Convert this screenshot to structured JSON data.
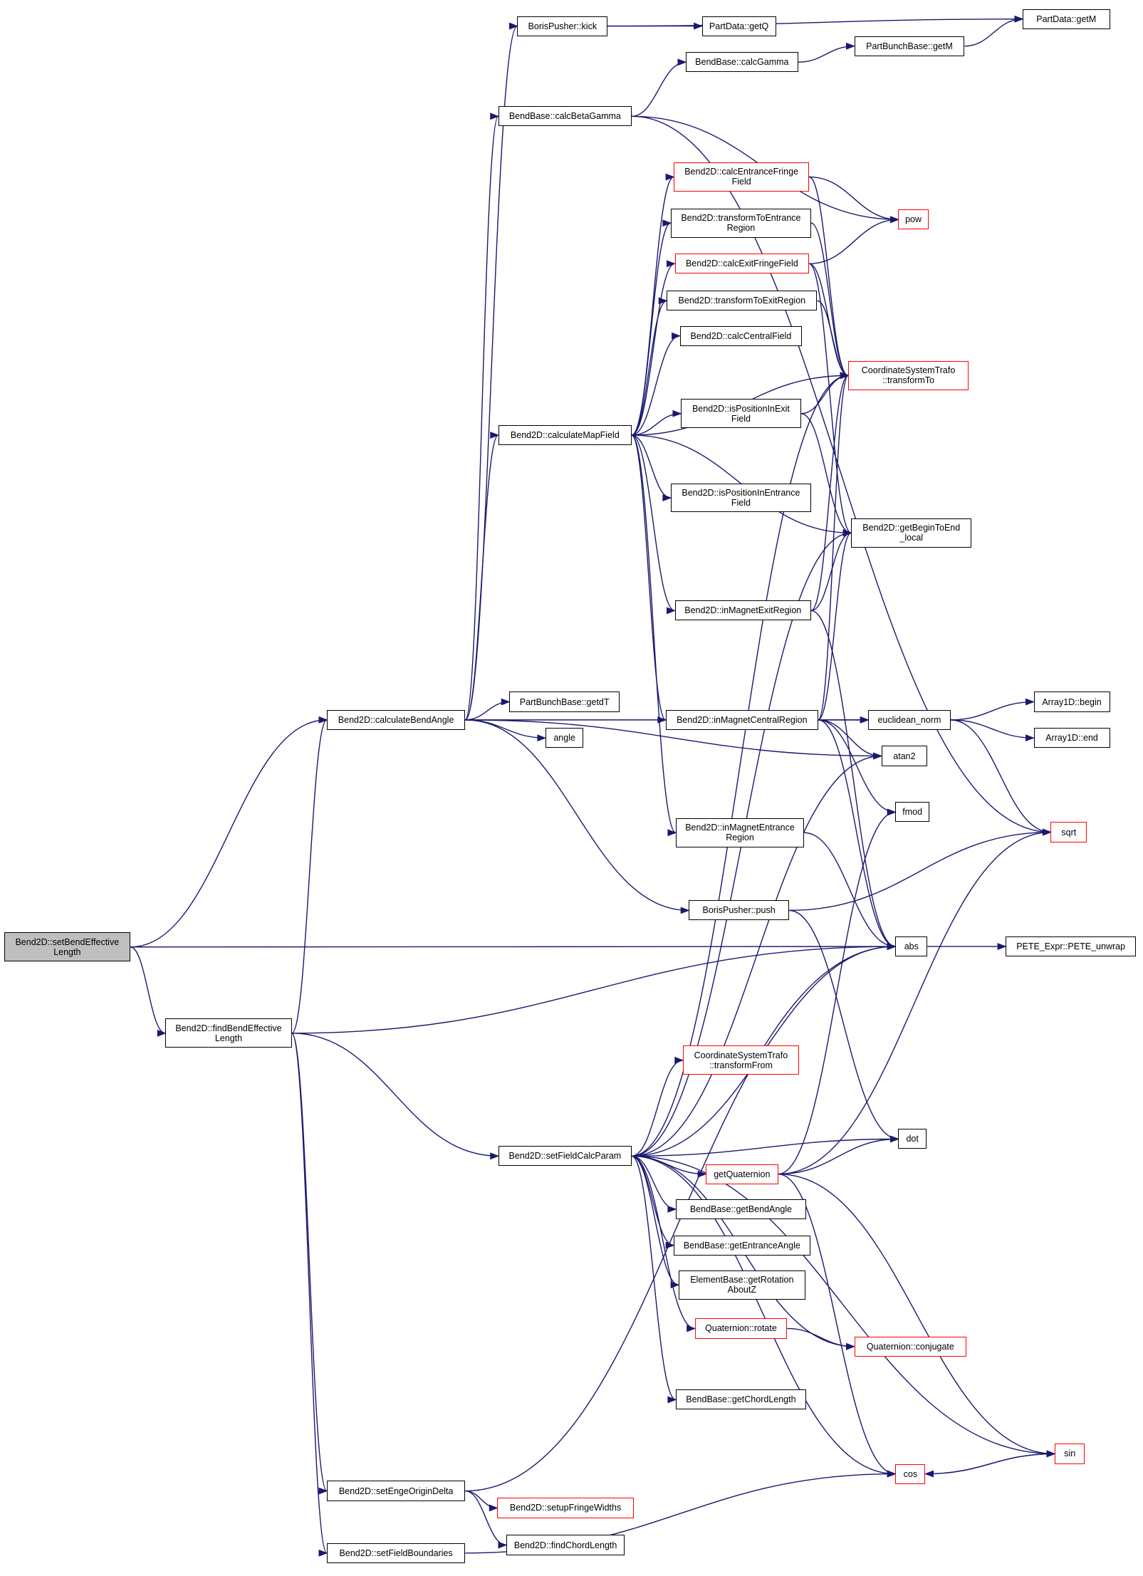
{
  "graph": {
    "type": "call-graph",
    "colors": {
      "edge": "#191970",
      "node_border": "#000000",
      "truncated_border": "#ff0000",
      "root_fill": "#bfbfbf"
    },
    "nodes": [
      {
        "id": "setBendEffectiveLength",
        "label": "Bend2D::setBendEffective\nLength",
        "root": true
      },
      {
        "id": "calculateBendAngle",
        "label": "Bend2D::calculateBendAngle"
      },
      {
        "id": "findBendEffectiveLength",
        "label": "Bend2D::findBendEffective\nLength"
      },
      {
        "id": "borisKick",
        "label": "BorisPusher::kick"
      },
      {
        "id": "partDataGetQ",
        "label": "PartData::getQ"
      },
      {
        "id": "partDataGetM",
        "label": "PartData::getM"
      },
      {
        "id": "calcGamma",
        "label": "BendBase::calcGamma"
      },
      {
        "id": "partBunchGetM",
        "label": "PartBunchBase::getM"
      },
      {
        "id": "calcBetaGamma",
        "label": "BendBase::calcBetaGamma"
      },
      {
        "id": "calcEntranceFringeField",
        "label": "Bend2D::calcEntranceFringe\nField",
        "truncated": true
      },
      {
        "id": "pow",
        "label": "pow",
        "truncated": true
      },
      {
        "id": "transformToEntranceRegion",
        "label": "Bend2D::transformToEntrance\nRegion"
      },
      {
        "id": "calcExitFringeField",
        "label": "Bend2D::calcExitFringeField",
        "truncated": true
      },
      {
        "id": "transformToExitRegion",
        "label": "Bend2D::transformToExitRegion"
      },
      {
        "id": "calcCentralField",
        "label": "Bend2D::calcCentralField"
      },
      {
        "id": "transformTo",
        "label": "CoordinateSystemTrafo\n::transformTo",
        "truncated": true
      },
      {
        "id": "isPositionInExitField",
        "label": "Bend2D::isPositionInExit\nField"
      },
      {
        "id": "calculateMapField",
        "label": "Bend2D::calculateMapField"
      },
      {
        "id": "isPositionInEntranceField",
        "label": "Bend2D::isPositionInEntrance\nField"
      },
      {
        "id": "getBeginToEndLocal",
        "label": "Bend2D::getBeginToEnd\n_local"
      },
      {
        "id": "inMagnetExitRegion",
        "label": "Bend2D::inMagnetExitRegion"
      },
      {
        "id": "partBunchGetdT",
        "label": "PartBunchBase::getdT"
      },
      {
        "id": "angle",
        "label": "angle"
      },
      {
        "id": "inMagnetCentralRegion",
        "label": "Bend2D::inMagnetCentralRegion"
      },
      {
        "id": "euclideanNorm",
        "label": "euclidean_norm"
      },
      {
        "id": "array1dBegin",
        "label": "Array1D::begin"
      },
      {
        "id": "array1dEnd",
        "label": "Array1D::end"
      },
      {
        "id": "atan2",
        "label": "atan2"
      },
      {
        "id": "fmod",
        "label": "fmod"
      },
      {
        "id": "sqrt",
        "label": "sqrt",
        "truncated": true
      },
      {
        "id": "inMagnetEntranceRegion",
        "label": "Bend2D::inMagnetEntrance\nRegion"
      },
      {
        "id": "borisPush",
        "label": "BorisPusher::push"
      },
      {
        "id": "abs",
        "label": "abs"
      },
      {
        "id": "peteUnwrap",
        "label": "PETE_Expr::PETE_unwrap"
      },
      {
        "id": "transformFrom",
        "label": "CoordinateSystemTrafo\n::transformFrom",
        "truncated": true
      },
      {
        "id": "dot",
        "label": "dot"
      },
      {
        "id": "setFieldCalcParam",
        "label": "Bend2D::setFieldCalcParam"
      },
      {
        "id": "getQuaternion",
        "label": "getQuaternion",
        "truncated": true
      },
      {
        "id": "getBendAngle",
        "label": "BendBase::getBendAngle"
      },
      {
        "id": "getEntranceAngle",
        "label": "BendBase::getEntranceAngle"
      },
      {
        "id": "getRotationAboutZ",
        "label": "ElementBase::getRotation\nAboutZ"
      },
      {
        "id": "quaternionRotate",
        "label": "Quaternion::rotate",
        "truncated": true
      },
      {
        "id": "quaternionConjugate",
        "label": "Quaternion::conjugate",
        "truncated": true
      },
      {
        "id": "getChordLength",
        "label": "BendBase::getChordLength"
      },
      {
        "id": "sin",
        "label": "sin",
        "truncated": true
      },
      {
        "id": "cos",
        "label": "cos",
        "truncated": true
      },
      {
        "id": "setEngeOriginDelta",
        "label": "Bend2D::setEngeOriginDelta"
      },
      {
        "id": "setupFringeWidths",
        "label": "Bend2D::setupFringeWidths",
        "truncated": true
      },
      {
        "id": "findChordLength",
        "label": "Bend2D::findChordLength"
      },
      {
        "id": "setFieldBoundaries",
        "label": "Bend2D::setFieldBoundaries"
      }
    ],
    "edges": [
      [
        "setBendEffectiveLength",
        "calculateBendAngle"
      ],
      [
        "setBendEffectiveLength",
        "abs"
      ],
      [
        "setBendEffectiveLength",
        "findBendEffectiveLength"
      ],
      [
        "calculateBendAngle",
        "borisKick"
      ],
      [
        "calculateBendAngle",
        "calcBetaGamma"
      ],
      [
        "calculateBendAngle",
        "calculateMapField"
      ],
      [
        "calculateBendAngle",
        "partBunchGetdT"
      ],
      [
        "calculateBendAngle",
        "angle"
      ],
      [
        "calculateBendAngle",
        "euclideanNorm"
      ],
      [
        "calculateBendAngle",
        "atan2"
      ],
      [
        "calculateBendAngle",
        "borisPush"
      ],
      [
        "borisKick",
        "partDataGetQ"
      ],
      [
        "borisKick",
        "partDataGetM"
      ],
      [
        "calcGamma",
        "partBunchGetM"
      ],
      [
        "partBunchGetM",
        "partDataGetM"
      ],
      [
        "calcBetaGamma",
        "calcGamma"
      ],
      [
        "calcBetaGamma",
        "pow"
      ],
      [
        "calcBetaGamma",
        "sqrt"
      ],
      [
        "calculateMapField",
        "calcEntranceFringeField"
      ],
      [
        "calculateMapField",
        "transformToEntranceRegion"
      ],
      [
        "calculateMapField",
        "calcExitFringeField"
      ],
      [
        "calculateMapField",
        "transformToExitRegion"
      ],
      [
        "calculateMapField",
        "calcCentralField"
      ],
      [
        "calculateMapField",
        "transformTo"
      ],
      [
        "calculateMapField",
        "isPositionInExitField"
      ],
      [
        "calculateMapField",
        "isPositionInEntranceField"
      ],
      [
        "calculateMapField",
        "getBeginToEndLocal"
      ],
      [
        "calculateMapField",
        "inMagnetExitRegion"
      ],
      [
        "calculateMapField",
        "inMagnetCentralRegion"
      ],
      [
        "calculateMapField",
        "inMagnetEntranceRegion"
      ],
      [
        "calcEntranceFringeField",
        "pow"
      ],
      [
        "calcEntranceFringeField",
        "transformTo"
      ],
      [
        "transformToEntranceRegion",
        "transformTo"
      ],
      [
        "calcExitFringeField",
        "pow"
      ],
      [
        "calcExitFringeField",
        "transformTo"
      ],
      [
        "calcExitFringeField",
        "getBeginToEndLocal"
      ],
      [
        "transformToExitRegion",
        "transformTo"
      ],
      [
        "isPositionInExitField",
        "transformTo"
      ],
      [
        "isPositionInExitField",
        "getBeginToEndLocal"
      ],
      [
        "inMagnetExitRegion",
        "getBeginToEndLocal"
      ],
      [
        "inMagnetExitRegion",
        "transformTo"
      ],
      [
        "inMagnetExitRegion",
        "abs"
      ],
      [
        "inMagnetCentralRegion",
        "euclideanNorm"
      ],
      [
        "inMagnetCentralRegion",
        "atan2"
      ],
      [
        "inMagnetCentralRegion",
        "fmod"
      ],
      [
        "inMagnetCentralRegion",
        "abs"
      ],
      [
        "inMagnetCentralRegion",
        "getBeginToEndLocal"
      ],
      [
        "inMagnetCentralRegion",
        "transformTo"
      ],
      [
        "euclideanNorm",
        "array1dBegin"
      ],
      [
        "euclideanNorm",
        "array1dEnd"
      ],
      [
        "euclideanNorm",
        "sqrt"
      ],
      [
        "inMagnetEntranceRegion",
        "abs"
      ],
      [
        "borisPush",
        "sqrt"
      ],
      [
        "borisPush",
        "dot"
      ],
      [
        "abs",
        "peteUnwrap"
      ],
      [
        "findBendEffectiveLength",
        "calculateBendAngle"
      ],
      [
        "findBendEffectiveLength",
        "abs"
      ],
      [
        "findBendEffectiveLength",
        "setFieldCalcParam"
      ],
      [
        "findBendEffectiveLength",
        "setEngeOriginDelta"
      ],
      [
        "findBendEffectiveLength",
        "setFieldBoundaries"
      ],
      [
        "setFieldCalcParam",
        "transformFrom"
      ],
      [
        "setFieldCalcParam",
        "dot"
      ],
      [
        "setFieldCalcParam",
        "getQuaternion"
      ],
      [
        "setFieldCalcParam",
        "getBendAngle"
      ],
      [
        "setFieldCalcParam",
        "getEntranceAngle"
      ],
      [
        "setFieldCalcParam",
        "getRotationAboutZ"
      ],
      [
        "setFieldCalcParam",
        "quaternionRotate"
      ],
      [
        "setFieldCalcParam",
        "quaternionConjugate"
      ],
      [
        "setFieldCalcParam",
        "getChordLength"
      ],
      [
        "setFieldCalcParam",
        "sin"
      ],
      [
        "setFieldCalcParam",
        "cos"
      ],
      [
        "setFieldCalcParam",
        "abs"
      ],
      [
        "setFieldCalcParam",
        "atan2"
      ],
      [
        "setFieldCalcParam",
        "transformTo"
      ],
      [
        "setFieldCalcParam",
        "getBeginToEndLocal"
      ],
      [
        "getQuaternion",
        "dot"
      ],
      [
        "getQuaternion",
        "sqrt"
      ],
      [
        "getQuaternion",
        "fmod"
      ],
      [
        "getQuaternion",
        "sin"
      ],
      [
        "getQuaternion",
        "cos"
      ],
      [
        "quaternionRotate",
        "quaternionConjugate"
      ],
      [
        "sin",
        "cos"
      ],
      [
        "cos",
        "sin"
      ],
      [
        "setEngeOriginDelta",
        "setupFringeWidths"
      ],
      [
        "setEngeOriginDelta",
        "findChordLength"
      ],
      [
        "setEngeOriginDelta",
        "abs"
      ],
      [
        "setFieldBoundaries",
        "cos"
      ]
    ]
  }
}
